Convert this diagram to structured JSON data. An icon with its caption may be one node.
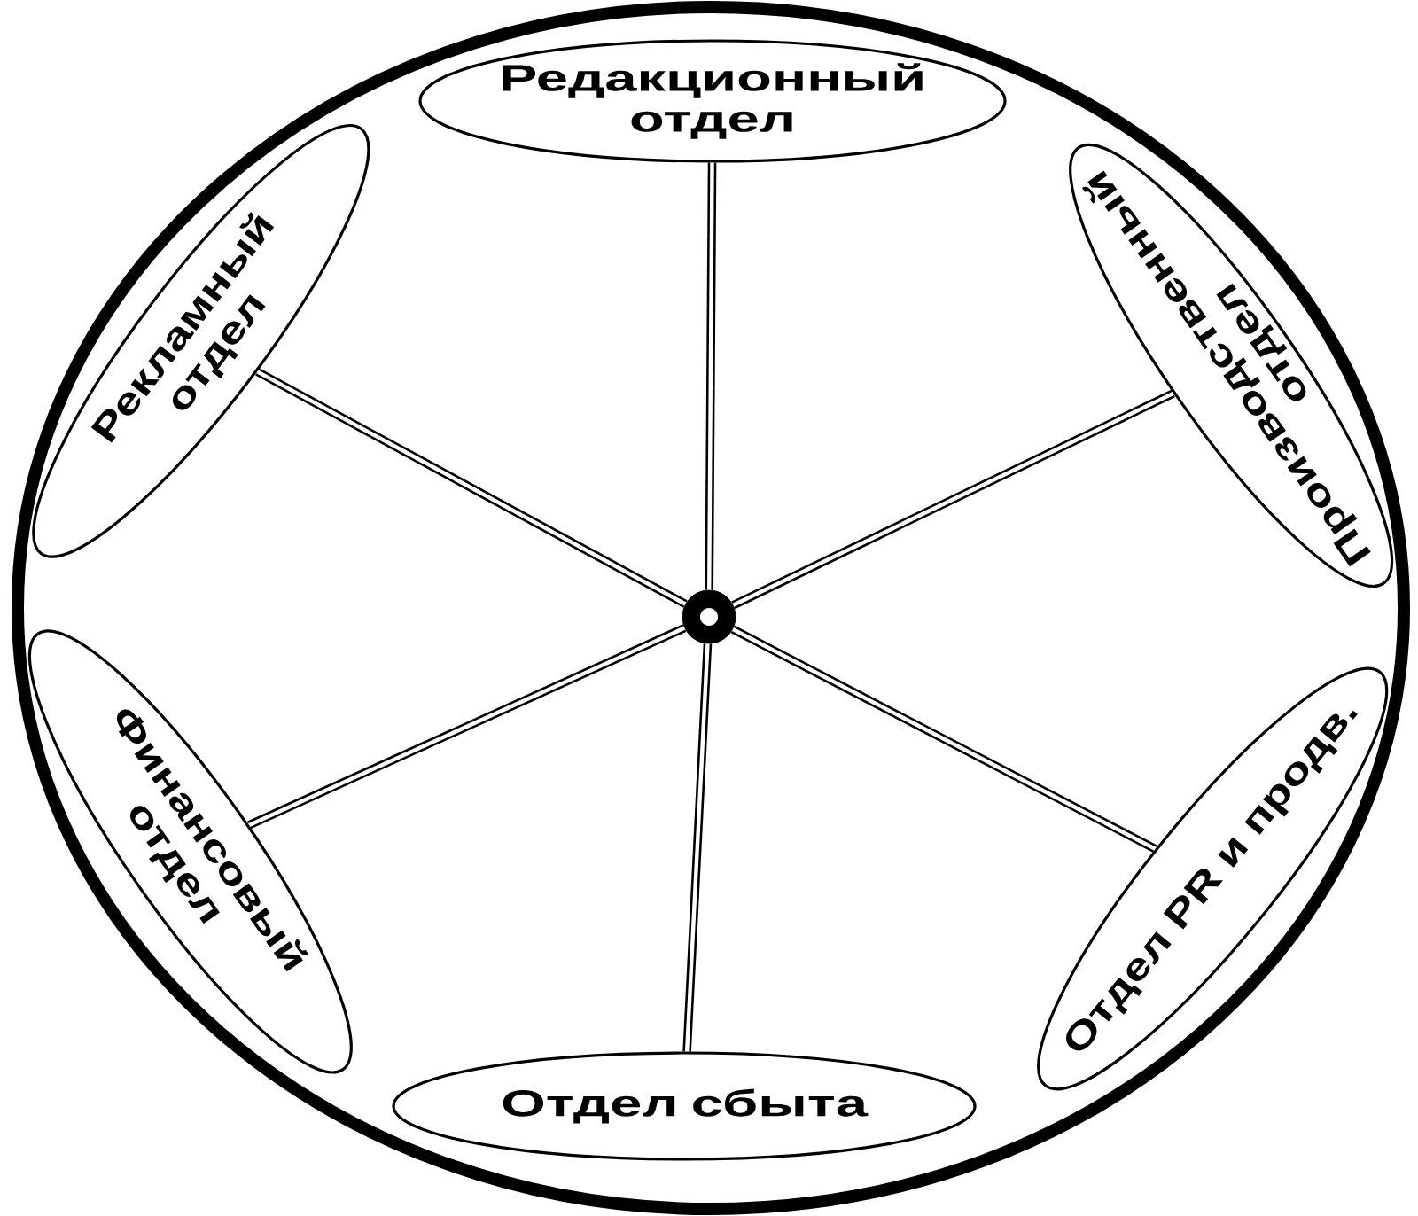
{
  "diagram": {
    "nodes": [
      {
        "text": [
          "Редакционный отдел"
        ]
      },
      {
        "text": [
          "Рекламный отдел"
        ]
      },
      {
        "text": [
          "Производственный отдел"
        ]
      },
      {
        "text": [],
        "shape": "circle"
      },
      {
        "text": [
          "Финансовый отдел"
        ]
      },
      {
        "text": [
          "Отдел PR и продв."
        ]
      },
      {
        "text": [
          "Отдел сбыта"
        ]
      }
    ],
    "edges": [
      {
        "from": 3,
        "to": 0,
        "arrow": "none"
      },
      {
        "from": 3,
        "to": 1,
        "arrow": "none"
      },
      {
        "from": 3,
        "to": 2,
        "arrow": "none"
      },
      {
        "from": 3,
        "to": 4,
        "arrow": "none"
      },
      {
        "from": 3,
        "to": 5,
        "arrow": "none"
      },
      {
        "from": 3,
        "to": 6,
        "arrow": "none"
      }
    ]
  }
}
